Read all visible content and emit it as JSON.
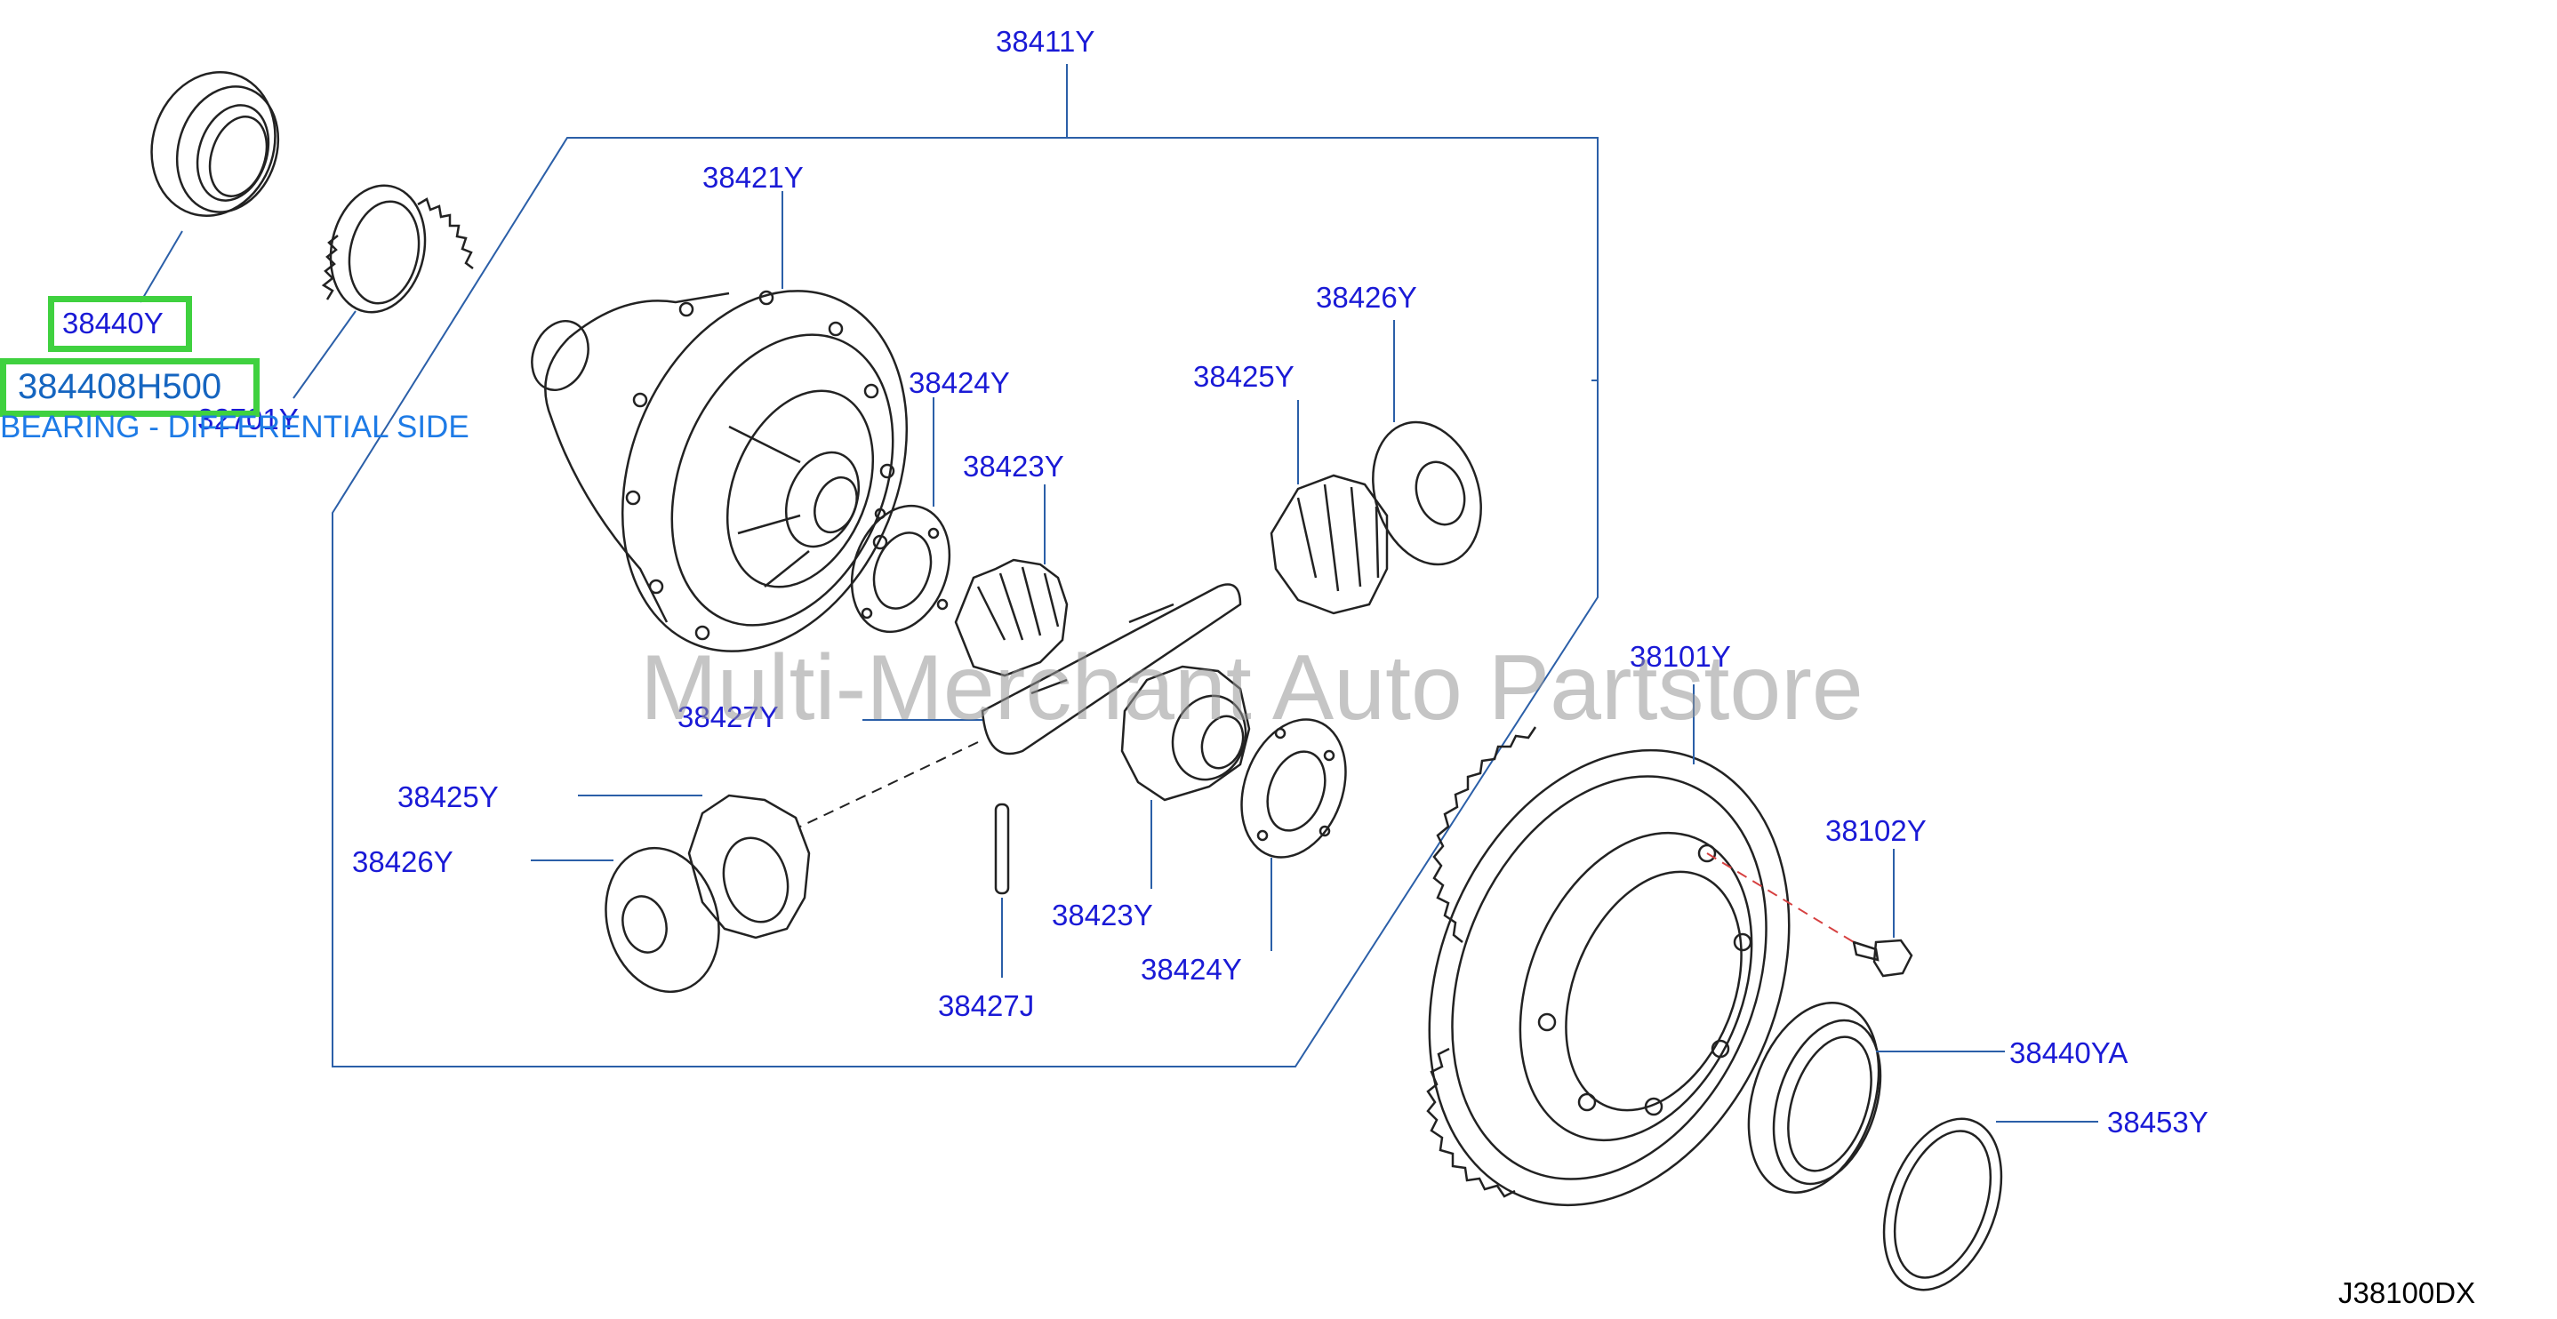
{
  "parts": {
    "p38411Y": "38411Y",
    "p38421Y": "38421Y",
    "p38440Y": "38440Y",
    "p38440_8H500": "384408H500",
    "p32701Y": "32701Y",
    "p38424Y_top": "38424Y",
    "p38423Y_top": "38423Y",
    "p38425Y_right": "38425Y",
    "p38426Y_right": "38426Y",
    "p38101Y": "38101Y",
    "p38427Y": "38427Y",
    "p38425Y_left": "38425Y",
    "p38426Y_left": "38426Y",
    "p38423Y_bottom": "38423Y",
    "p38424Y_bottom": "38424Y",
    "p38427J": "38427J",
    "p38102Y": "38102Y",
    "p38440YA": "38440YA",
    "p38453Y": "38453Y"
  },
  "selected_part_description": "BEARING - DIFFERENTIAL SIDE",
  "watermark": "Multi-Merchant Auto Partstore",
  "diagram_code": "J38100DX",
  "colors": {
    "callout_text": "#1a1ad6",
    "leader_line": "#2b5fa8",
    "highlight_border": "#3fd13f",
    "description_text": "#1e7be6"
  }
}
